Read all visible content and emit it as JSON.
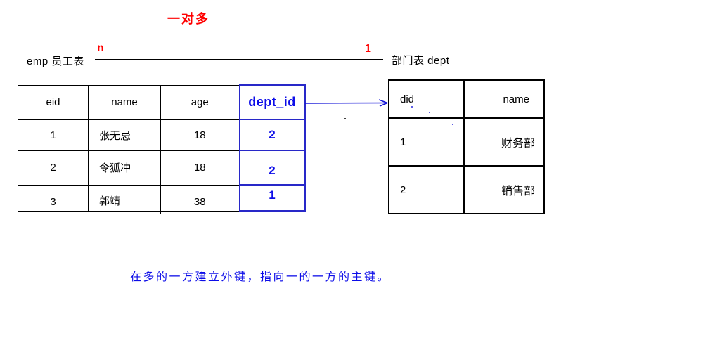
{
  "title": "一对多",
  "relationship": {
    "left_label": "emp 员工表",
    "right_label": "部门表 dept",
    "left_cardinality": "n",
    "right_cardinality": "1"
  },
  "emp_table": {
    "headers": [
      "eid",
      "name",
      "age",
      "dept_id"
    ],
    "rows": [
      [
        "1",
        "张无忌",
        "18",
        "2"
      ],
      [
        "2",
        "令狐冲",
        "18",
        "2"
      ],
      [
        "3",
        "郭靖",
        "38",
        "1"
      ]
    ]
  },
  "dept_table": {
    "headers": [
      "did",
      "name"
    ],
    "rows": [
      [
        "1",
        "财务部"
      ],
      [
        "2",
        "销售部"
      ]
    ]
  },
  "note": "在多的一方建立外键，指向一的一方的主键。",
  "colors": {
    "red": "#ff0000",
    "blue_text": "#0d0de8",
    "blue_border": "#2828c8",
    "black": "#000000"
  }
}
